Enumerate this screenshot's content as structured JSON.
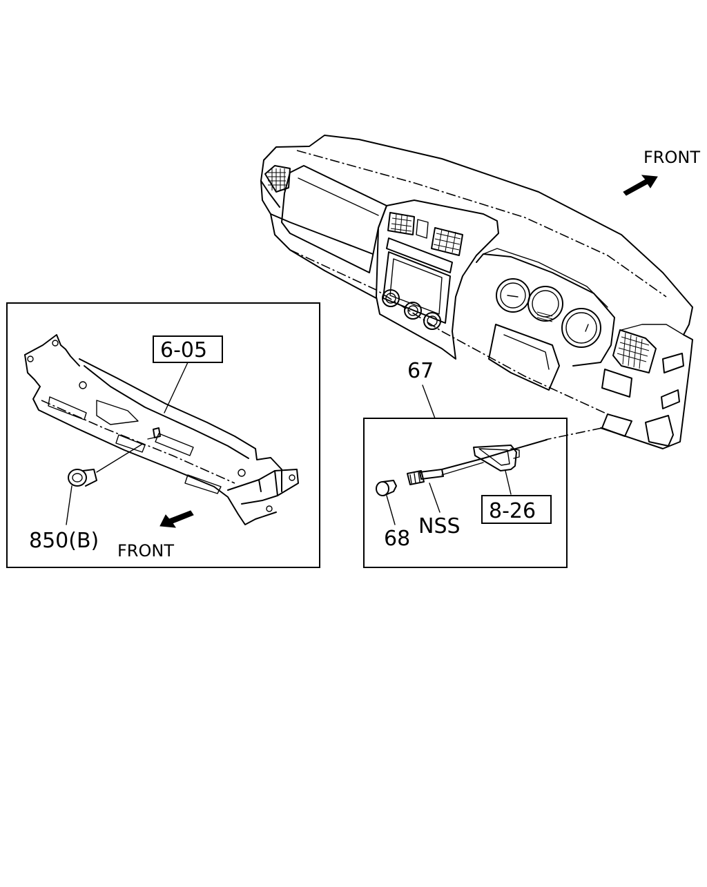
{
  "diagram": {
    "front_label_top": "FRONT",
    "front_label_left": "FRONT",
    "callouts": {
      "left_boxed": "6-05",
      "left_clip": "850(B)",
      "right_group": "67",
      "right_cap": "68",
      "right_nss": "NSS",
      "right_boxed": "8-26"
    },
    "icons": {
      "arrow_top": "front-arrow-icon",
      "arrow_left": "front-arrow-icon"
    }
  }
}
